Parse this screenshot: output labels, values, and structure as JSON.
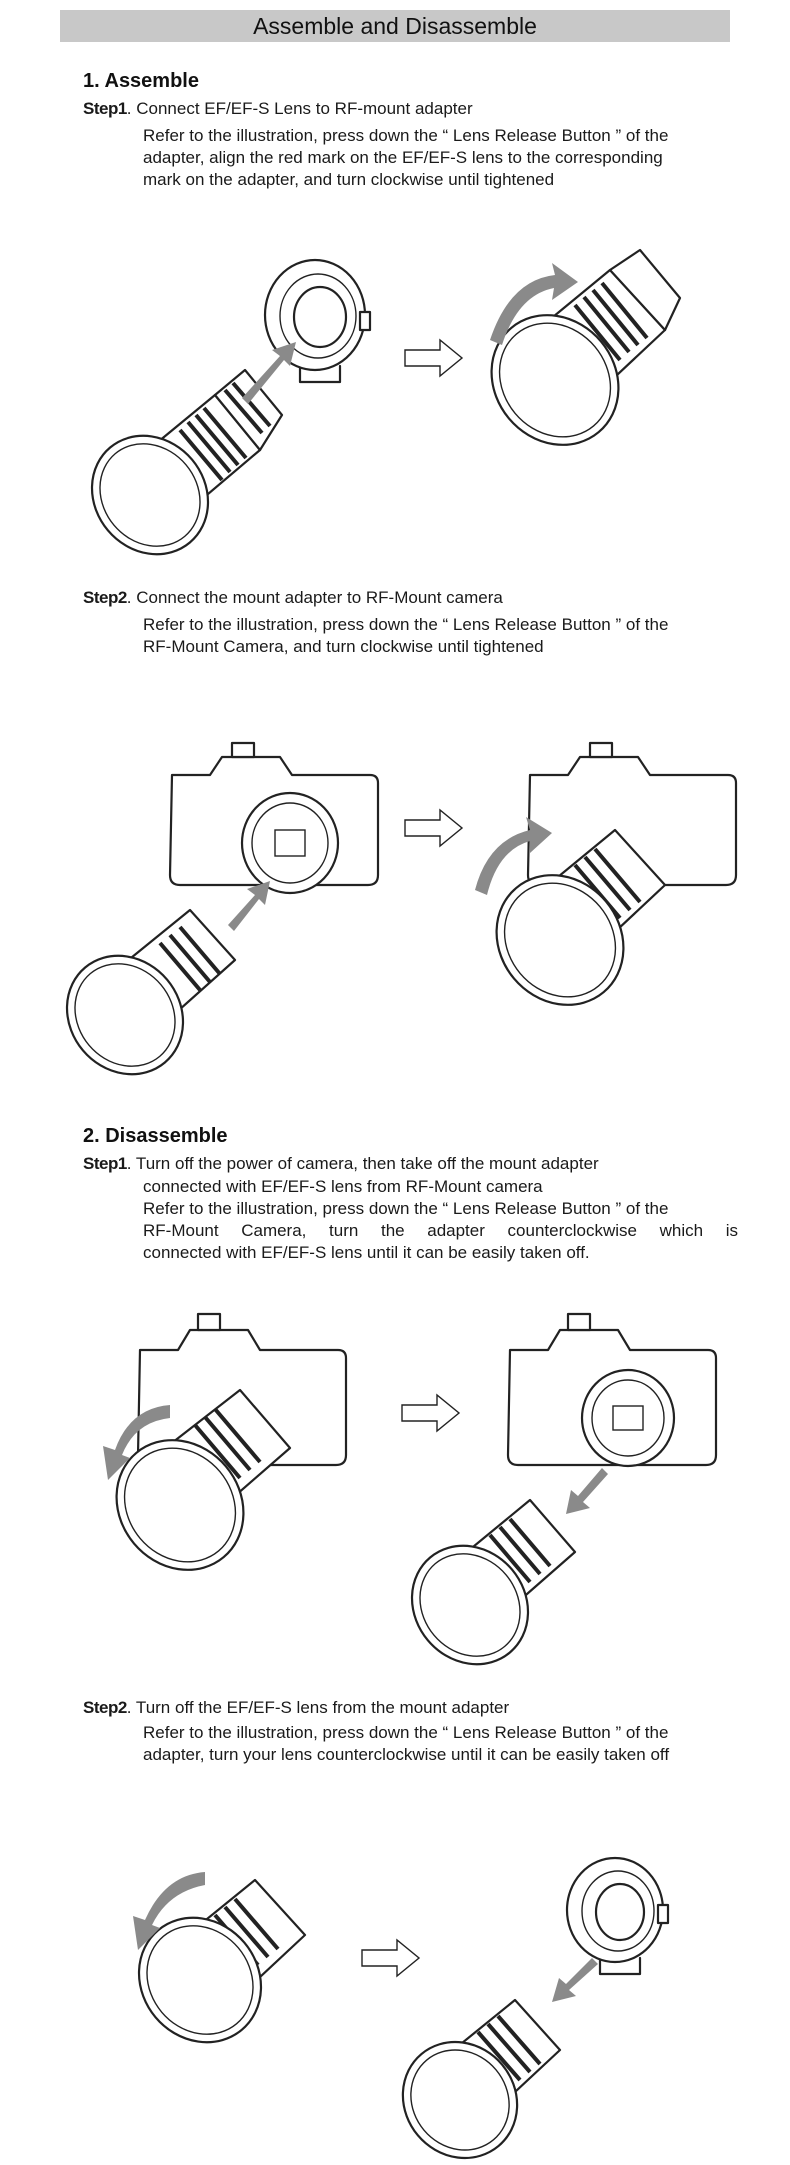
{
  "page": {
    "title": "Assemble and Disassemble"
  },
  "assemble": {
    "heading": "1. Assemble",
    "step1": {
      "label": "Step1",
      "title": ". Connect EF/EF-S Lens to RF-mount adapter",
      "lines": [
        "Refer to the illustration, press down the “ Lens Release Button ” of the",
        "adapter, align the red mark on the EF/EF-S lens to the corresponding",
        "mark on the adapter, and turn clockwise until tightened"
      ]
    },
    "step2": {
      "label": "Step2",
      "title": ". Connect the mount adapter to RF-Mount camera",
      "lines": [
        "Refer to the illustration, press down the “ Lens Release Button ” of the",
        "RF-Mount Camera, and turn clockwise until tightened"
      ]
    }
  },
  "disassemble": {
    "heading": "2. Disassemble",
    "step1": {
      "label": "Step1",
      "title": ". Turn off the power of camera, then take off the mount adapter",
      "lines": [
        "connected with EF/EF-S lens from RF-Mount camera",
        "Refer to the illustration, press down the “ Lens Release Button ” of the",
        "RF-Mount  Camera,  turn  the  adapter  counterclockwise  which  is",
        "connected with EF/EF-S lens until it can be easily taken off."
      ]
    },
    "step2": {
      "label": "Step2",
      "title": ". Turn off the EF/EF-S lens from the mount adapter",
      "lines": [
        "Refer to the illustration, press down the “ Lens Release Button ” of the",
        "adapter, turn your lens counterclockwise until it can be easily taken off"
      ]
    }
  },
  "colors": {
    "title_bar": "#c8c8c8",
    "arrow_fill": "#8a8a8a"
  }
}
